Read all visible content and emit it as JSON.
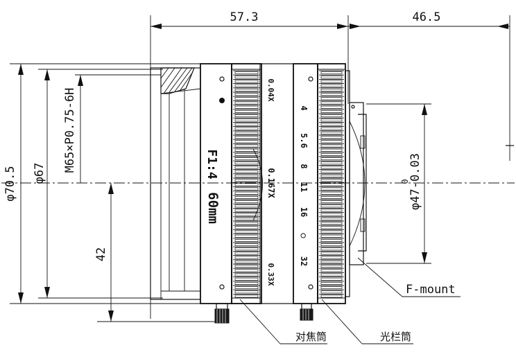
{
  "dimensions": {
    "length_body": "57.3",
    "flange_distance": "46.5",
    "outer_diameter": "φ70.5",
    "diameter_2": "φ67",
    "thread": "M65×P0.75-6H",
    "half_height": "42",
    "mount_diameter": "φ47-0.03",
    "mount_tol_upper": "0"
  },
  "lens_markings": {
    "aperture": "F1:4",
    "focal_length": "60mm",
    "magnification_ticks": [
      "0.04X",
      "0.167X",
      "0.33X"
    ],
    "f_stops": [
      "4",
      "5.6",
      "8",
      "11",
      "16",
      "○",
      "32"
    ]
  },
  "callouts": {
    "mount": "F-mount",
    "focus_ring": "对焦筒",
    "aperture_ring": "光栏筒"
  }
}
